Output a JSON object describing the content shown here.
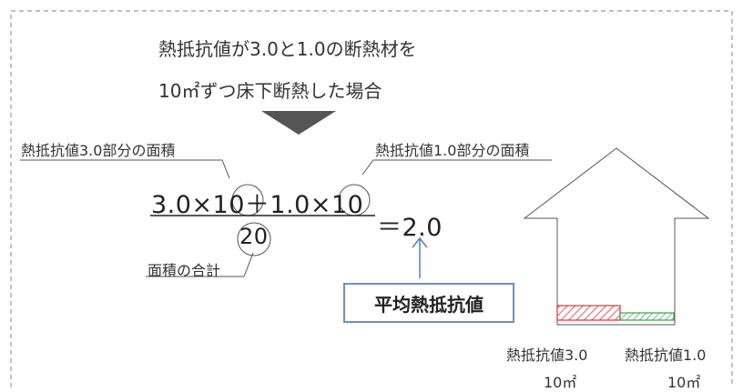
{
  "heading": {
    "line1": "熱抵抗値が3.0と1.0の断熱材を",
    "line2": "10㎡ずつ床下断熱した場合"
  },
  "labels": {
    "area_3": "熱抵抗値3.0部分の面積",
    "area_1": "熱抵抗値1.0部分の面積",
    "total_area": "面積の合計"
  },
  "equation": {
    "numerator": "3.0×10＋1.0×10",
    "result": "＝2.0",
    "denominator": "20"
  },
  "average_box": "平均熱抵抗値",
  "house": {
    "left_label": "熱抵抗値3.0",
    "left_area": "10㎡",
    "right_label": "熱抵抗値1.0",
    "right_area": "10㎡"
  },
  "colors": {
    "red_insulation": "#e03030",
    "green_insulation": "#3aa04a",
    "box_border": "#6f8fbf",
    "arrow": "#4f7fc0",
    "triangle": "#555555",
    "frame": "#999999"
  }
}
